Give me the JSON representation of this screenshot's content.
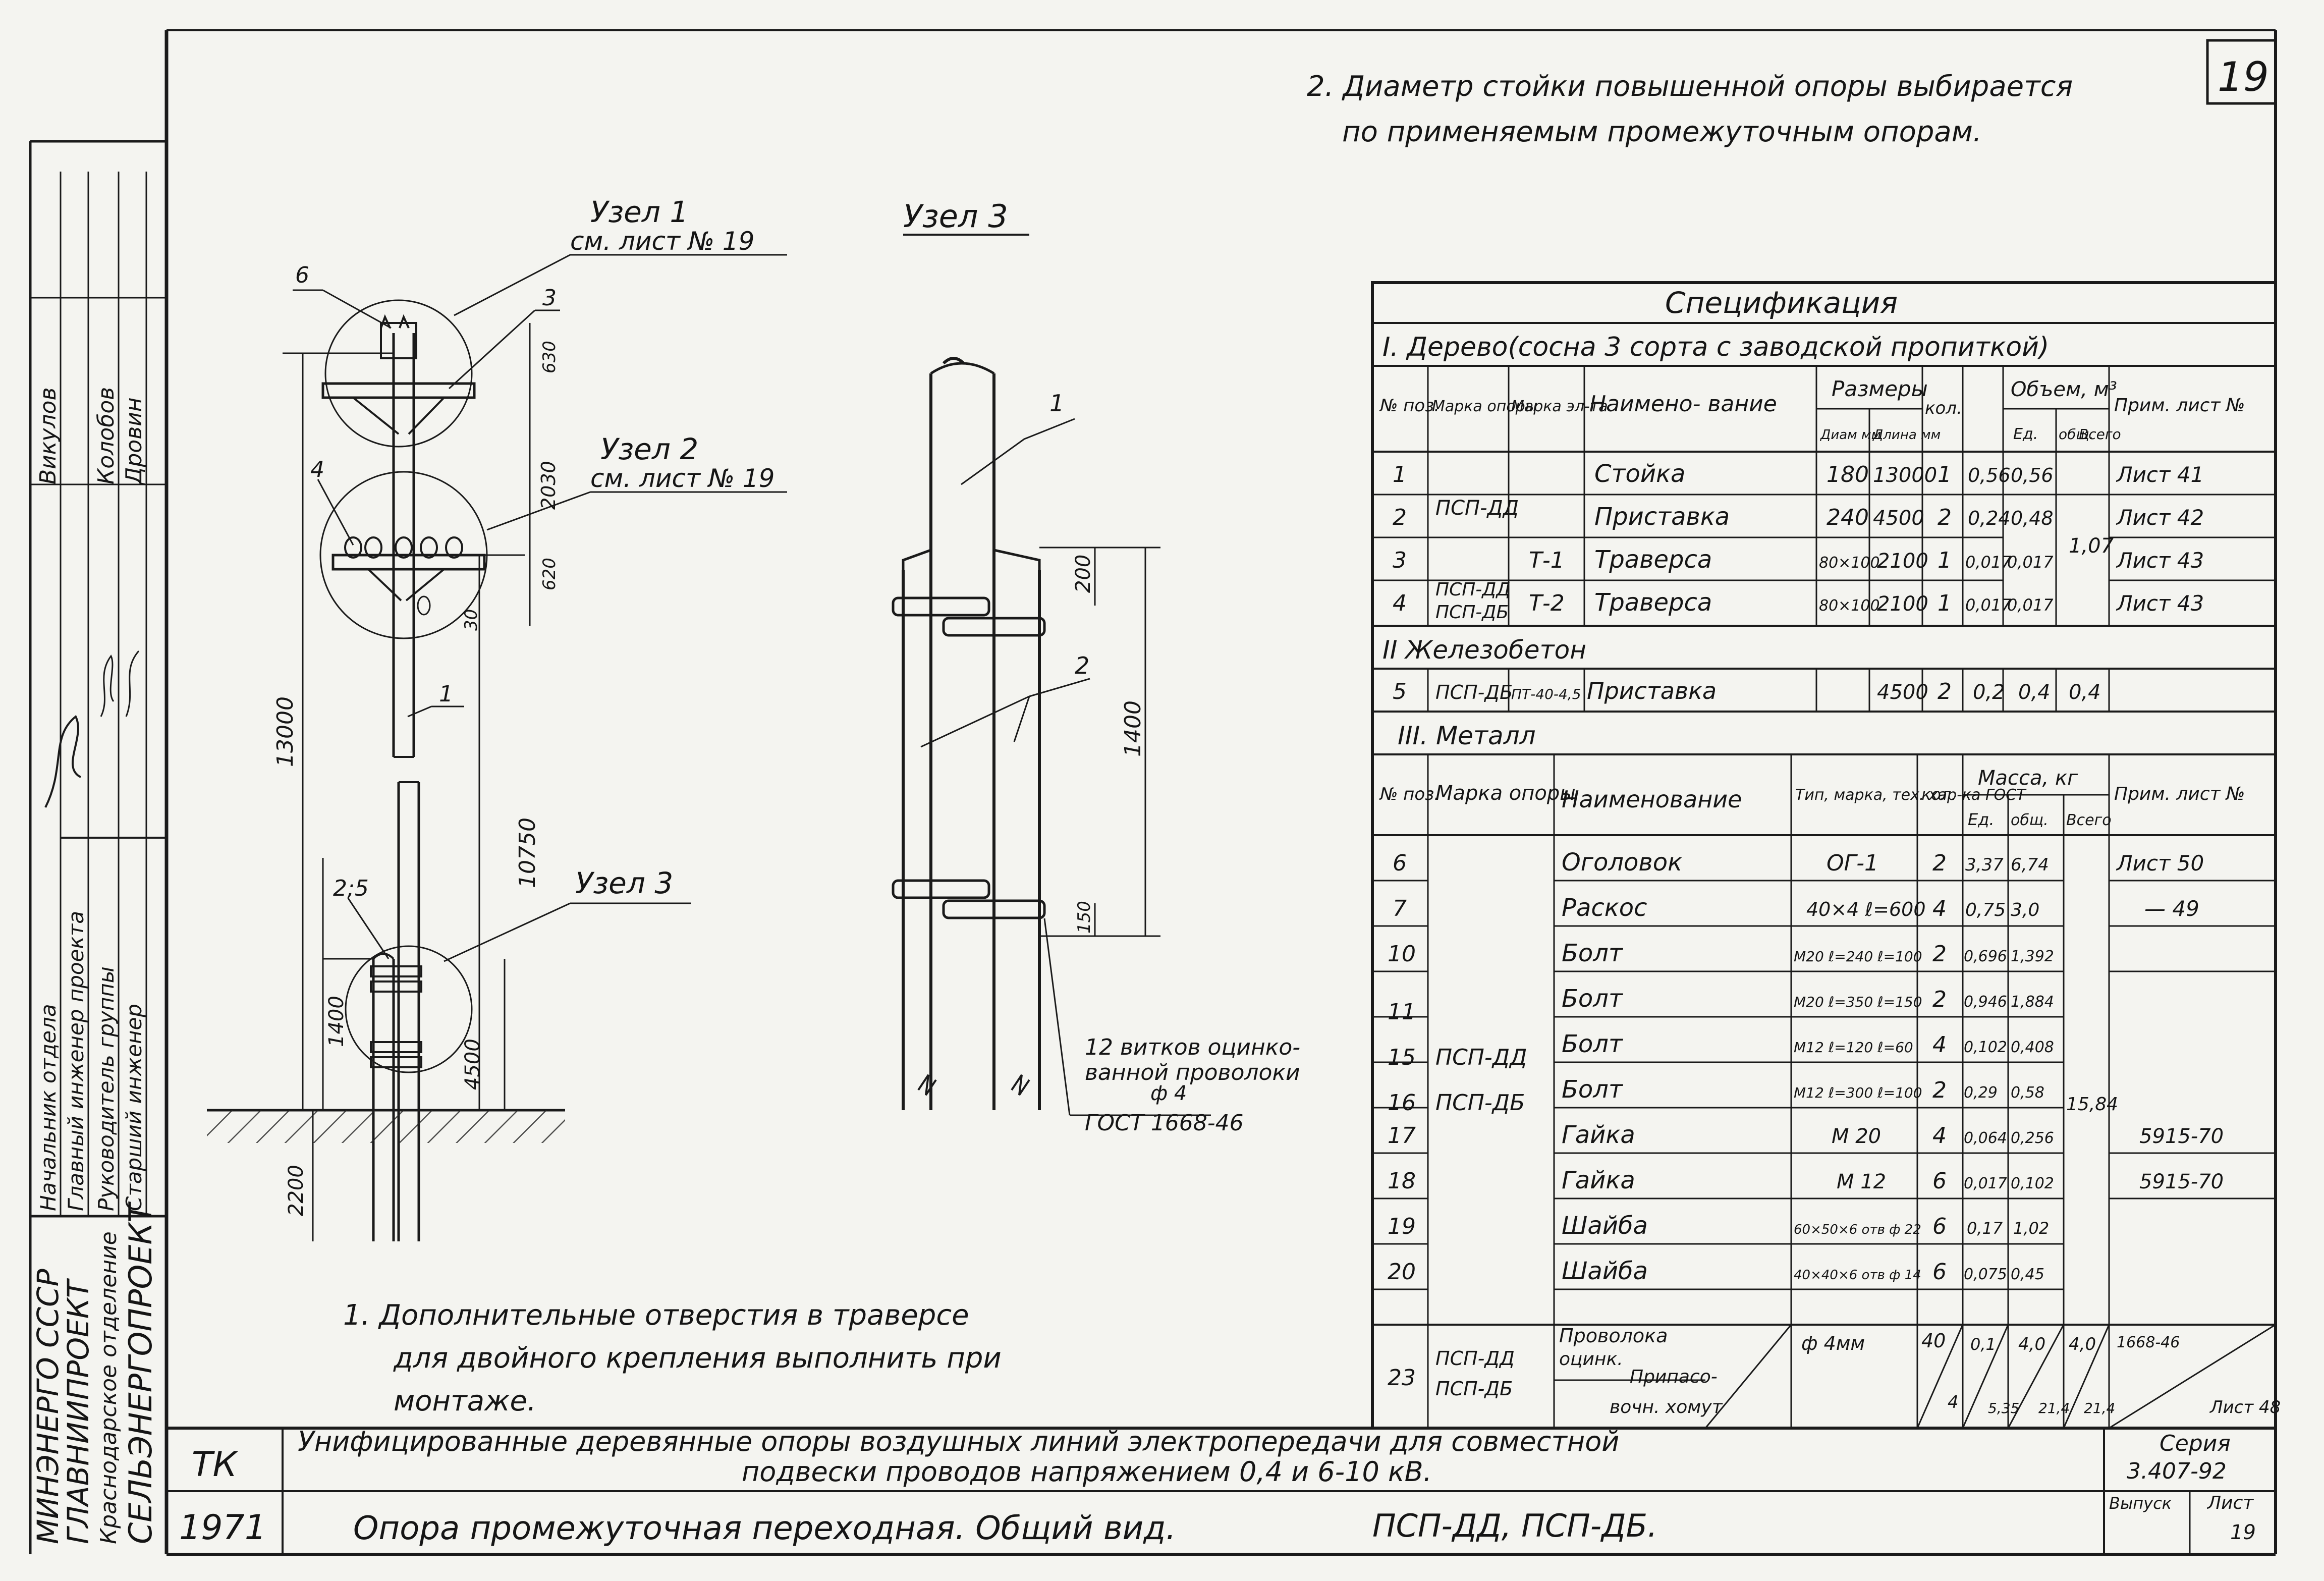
{
  "sheet": {
    "number": "19",
    "notes": {
      "note2_line1": "2. Диаметр стойки повышенной опоры выбирается",
      "note2_line2": "по применяемым промежуточным опорам.",
      "note1_line1": "1. Дополнительные отверстия в траверсе",
      "note1_line2": "для двойного крепления выполнить при",
      "note1_line3": "монтаже."
    }
  },
  "drawing_left": {
    "uzel1": "Узел 1",
    "uzel1_ref": "см. лист № 19",
    "uzel2": "Узел 2",
    "uzel2_ref": "см. лист № 19",
    "uzel3": "Узел 3",
    "callouts": [
      "6",
      "3",
      "4",
      "1",
      "2;5"
    ],
    "dims": [
      "630",
      "2030",
      "620",
      "30",
      "13000",
      "10750",
      "1400",
      "4500",
      "2200"
    ]
  },
  "drawing_right": {
    "title": "Узел 3",
    "callouts": [
      "1",
      "2"
    ],
    "dims": [
      "200",
      "1400",
      "150"
    ],
    "note_line1": "12 витков оцинко-",
    "note_line2": "ванной проволоки",
    "note_line3": "ф 4",
    "note_line4": "ГОСТ 1668-46"
  },
  "spec": {
    "title": "Спецификация",
    "section1": "I. Дерево(сосна 3 сорта с заводской пропиткой)",
    "h1": {
      "pos": "№ поз.",
      "marka_opory": "Марка опоры",
      "marka_el": "Марка эл-та",
      "name": "Наимено- вание",
      "sizes": "Размеры",
      "diam": "Диам мм",
      "length": "Длина мм",
      "qty": "кол.",
      "volume": "Объем, м³",
      "v_ed": "Ед.",
      "v_total": "общ.",
      "v_all": "Всего",
      "note": "Прим. лист №"
    },
    "rows1": [
      {
        "pos": "1",
        "marka_opory": "ПСП-ДД",
        "marka_el": "",
        "name": "Стойка",
        "diam": "180",
        "length": "13000",
        "qty": "1",
        "ed": "0,56",
        "total": "0,56",
        "note": "Лист 41"
      },
      {
        "pos": "2",
        "marka_opory": "",
        "marka_el": "",
        "name": "Приставка",
        "diam": "240",
        "length": "4500",
        "qty": "2",
        "ed": "0,24",
        "total": "0,48",
        "note": "Лист 42"
      },
      {
        "pos": "3",
        "marka_opory": "ПСП-ДД",
        "marka_el": "Т-1",
        "name": "Траверса",
        "diam": "80×100",
        "length": "2100",
        "qty": "1",
        "ed": "0,017",
        "total": "0,017",
        "note": "Лист 43"
      },
      {
        "pos": "4",
        "marka_opory": "ПСП-ДБ",
        "marka_el": "Т-2",
        "name": "Траверса",
        "diam": "80×100",
        "length": "2100",
        "qty": "1",
        "ed": "0,017",
        "total": "0,017",
        "note": "Лист 43"
      }
    ],
    "v_all_wood": "1,07",
    "section2": "II Железобетон",
    "row5": {
      "pos": "5",
      "marka_opory": "ПСП-ДБ",
      "marka_el": "ПТ-40-4,5",
      "name": "Приставка",
      "diam": "",
      "length": "4500",
      "qty": "2",
      "ed": "0,2",
      "total": "0,4",
      "all": "0,4",
      "note": ""
    },
    "section3": "III. Металл",
    "h3": {
      "pos": "№ поз.",
      "marka_opory": "Марка опоры",
      "name": "Наименование",
      "type": "Тип, марка, тех. хар-ка ГОСТ",
      "qty": "кол.",
      "mass": "Масса, кг",
      "m_ed": "Ед.",
      "m_total": "общ.",
      "m_all": "Всего",
      "note": "Прим. лист №"
    },
    "rows3": [
      {
        "pos": "6",
        "name": "Оголовок",
        "type": "ОГ-1",
        "qty": "2",
        "ed": "3,37",
        "total": "6,74",
        "note": "Лист 50"
      },
      {
        "pos": "7",
        "name": "Раскос",
        "type": "40×4 ℓ=600",
        "qty": "4",
        "ed": "0,75",
        "total": "3,0",
        "note": "— 49"
      },
      {
        "pos": "10",
        "name": "Болт",
        "type": "М20 ℓ=240 ℓ=100",
        "qty": "2",
        "ed": "0,696",
        "total": "1,392",
        "note": ""
      },
      {
        "pos": "11",
        "name": "Болт",
        "type": "М20 ℓ=350 ℓ=150",
        "qty": "2",
        "ed": "0,946",
        "total": "1,884",
        "note": ""
      },
      {
        "pos": "15",
        "name": "Болт",
        "type": "М12 ℓ=120 ℓ=60",
        "qty": "4",
        "ed": "0,102",
        "total": "0,408",
        "note": ""
      },
      {
        "pos": "16",
        "name": "Болт",
        "type": "М12 ℓ=300 ℓ=100",
        "qty": "2",
        "ed": "0,29",
        "total": "0,58",
        "note": ""
      },
      {
        "pos": "17",
        "name": "Гайка",
        "type": "М 20",
        "qty": "4",
        "ed": "0,064",
        "total": "0,256",
        "note": "5915-70"
      },
      {
        "pos": "18",
        "name": "Гайка",
        "type": "М 12",
        "qty": "6",
        "ed": "0,017",
        "total": "0,102",
        "note": "5915-70"
      },
      {
        "pos": "19",
        "name": "Шайба",
        "type": "60×50×6 отв ф 22",
        "qty": "6",
        "ed": "0,17",
        "total": "1,02",
        "note": ""
      },
      {
        "pos": "20",
        "name": "Шайба",
        "type": "40×40×6 отв ф 14",
        "qty": "6",
        "ed": "0,075",
        "total": "0,45",
        "note": ""
      }
    ],
    "group_opory1": "ПСП-ДД",
    "group_opory2": "ПСП-ДБ",
    "m_all_metal": "15,84",
    "row23": {
      "pos": "23",
      "marka_opory1": "ПСП-ДД",
      "marka_opory2": "ПСП-ДБ",
      "name1": "Проволока",
      "name2": "оцинк.",
      "name3": "Припасо-",
      "name4": "вочн. хомут",
      "type": "ф 4мм",
      "qty1": "40",
      "qty2": "4",
      "ed1": "0,1",
      "ed2": "5,35",
      "total1": "4,0",
      "total2": "21,4",
      "all1": "4,0",
      "all2": "21,4",
      "note1": "1668-46",
      "note2": "Лист 48"
    }
  },
  "title_block": {
    "tk": "ТК",
    "year": "1971",
    "title_line1": "Унифицированные деревянные опоры воздушных линий электропередачи для совместной",
    "title_line2": "подвески проводов напряжением 0,4 и 6-10 кВ.",
    "subtitle": "Опора промежуточная переходная. Общий вид.",
    "marks": "ПСП-ДД, ПСП-ДБ.",
    "seria_label": "Серия",
    "seria": "3.407-92",
    "vypusk": "Выпуск",
    "list_label": "Лист",
    "list_no": "19"
  },
  "side_stamp": {
    "org1": "МИНЭНЕРГО СССР",
    "org2": "ГЛАВНИИПРОЕКТ",
    "org3": "Краснодарское отделение",
    "org4": "СЕЛЬЭНЕРГОПРОЕКТ",
    "role1": "Начальник отдела",
    "role2": "Главный инженер проекта",
    "role3": "Руководитель группы",
    "role4": "Старший инженер",
    "name1": "Викулов",
    "name2": "Колобов",
    "name3": "Дровин"
  }
}
